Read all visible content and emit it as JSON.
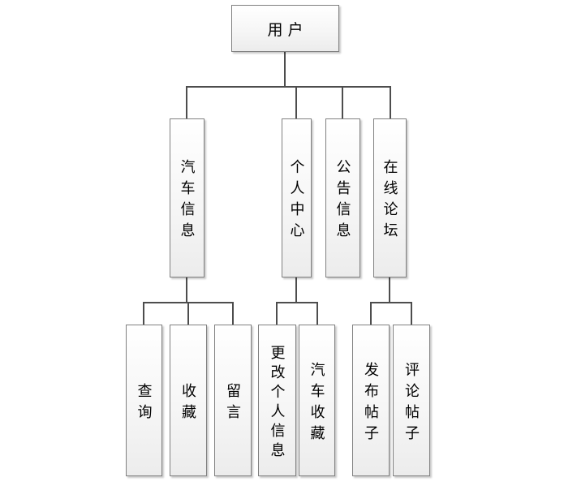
{
  "diagram": {
    "type": "hierarchy-tree",
    "colors": {
      "background": "#ffffff",
      "connector": "#4d4d4d",
      "node_border": "#808080",
      "node_fill_top": "#ffffff",
      "node_fill_bottom": "#ececec",
      "text": "#000000"
    },
    "nodes": {
      "user": {
        "label": "用户"
      },
      "car_info": {
        "label": "汽车信息"
      },
      "personal_center": {
        "label": "个人中心"
      },
      "announcement": {
        "label": "公告信息"
      },
      "forum": {
        "label": "在线论坛"
      },
      "query": {
        "label": "查询"
      },
      "favorite": {
        "label": "收藏"
      },
      "message": {
        "label": "留言"
      },
      "edit_personal_info": {
        "label": "更改个人信息"
      },
      "car_favorite": {
        "label": "汽车收藏"
      },
      "post_thread": {
        "label": "发布帖子"
      },
      "comment_thread": {
        "label": "评论帖子"
      }
    },
    "edges": [
      {
        "from": "user",
        "to": "car_info"
      },
      {
        "from": "user",
        "to": "personal_center"
      },
      {
        "from": "user",
        "to": "announcement"
      },
      {
        "from": "user",
        "to": "forum"
      },
      {
        "from": "car_info",
        "to": "query"
      },
      {
        "from": "car_info",
        "to": "favorite"
      },
      {
        "from": "car_info",
        "to": "message"
      },
      {
        "from": "personal_center",
        "to": "edit_personal_info"
      },
      {
        "from": "personal_center",
        "to": "car_favorite"
      },
      {
        "from": "forum",
        "to": "post_thread"
      },
      {
        "from": "forum",
        "to": "comment_thread"
      }
    ]
  }
}
